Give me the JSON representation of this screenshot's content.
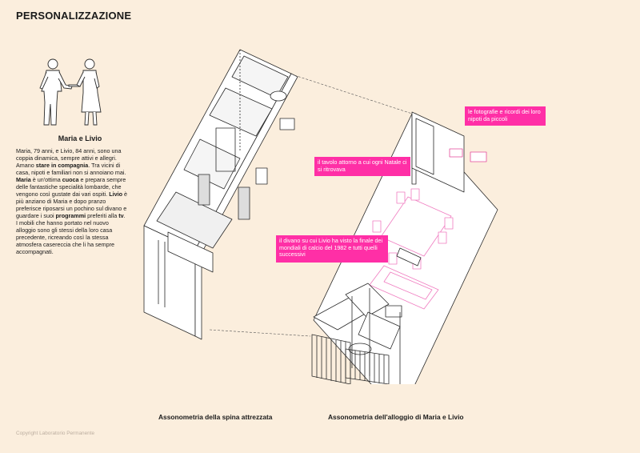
{
  "header": {
    "title": "PERSONALIZZAZIONE"
  },
  "profile": {
    "name": "Maria e Livio",
    "paragraphs": [
      [
        {
          "t": "Maria, 79 anni, e Livio, 84 anni, sono una coppia dinamica, sempre attivi e allegri. Amano ",
          "b": false
        },
        {
          "t": "stare in compagnia",
          "b": true
        },
        {
          "t": ". Tra vicini di casa, nipoti e familiari non si annoiano mai.",
          "b": false
        }
      ],
      [
        {
          "t": "Maria",
          "b": true
        },
        {
          "t": " è un'ottima ",
          "b": false
        },
        {
          "t": "cuoca",
          "b": true
        },
        {
          "t": " e prepara sempre delle fantastiche specialità lombarde, che vengono così gustate dai vari ospiti. ",
          "b": false
        },
        {
          "t": "Livio",
          "b": true
        },
        {
          "t": " è più anziano di Maria e dopo pranzo preferisce riposarsi un pochino sul divano e guardare i suoi ",
          "b": false
        },
        {
          "t": "programmi",
          "b": true
        },
        {
          "t": " preferiti alla ",
          "b": false
        },
        {
          "t": "tv",
          "b": true
        },
        {
          "t": ". I mobili che hanno portato nel nuovo alloggio sono gli stessi della loro casa precedente, ricreando così la stessa atmosfera casereccia che li ha sempre accompagnati.",
          "b": false
        }
      ]
    ]
  },
  "callouts": {
    "photos": "le fotografie e ricordi dei loro nipoti da piccoli",
    "table": "il tavolo attorno a cui ogni Natale ci si ritrovava",
    "sofa": "il divano su cui Livio ha visto la finale dei mondiali di calcio del 1982 e tutti quelli successivi"
  },
  "captions": {
    "left": "Assonometria della spina attrezzata",
    "right": "Assonometria dell'alloggio di Maria e Livio"
  },
  "footer": {
    "copyright": "Copyright Laboratorio Permanente"
  },
  "colors": {
    "background": "#fbeedd",
    "accent": "#ff2fa6",
    "line": "#2a2a2a",
    "furniture": "#f07cc0"
  }
}
